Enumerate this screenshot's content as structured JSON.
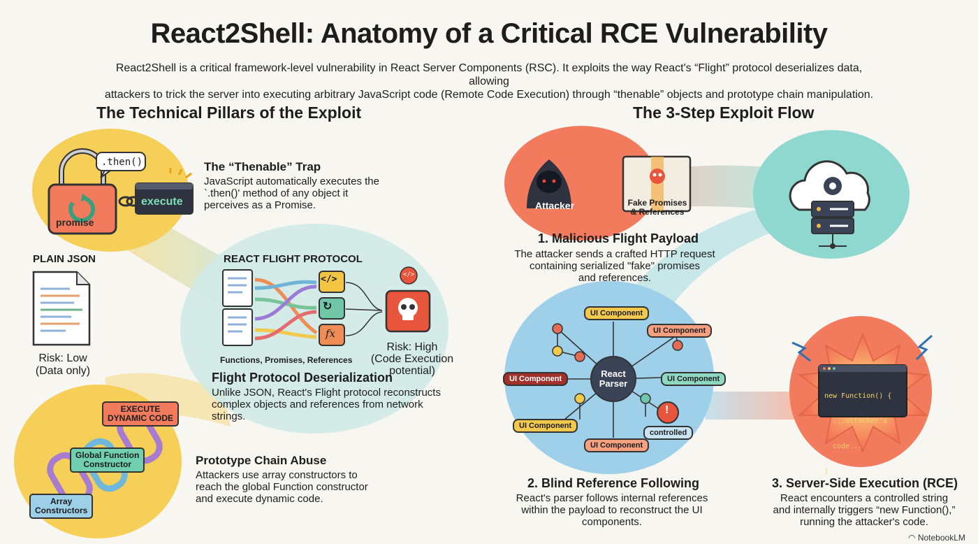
{
  "title": "React2Shell: Anatomy of a Critical RCE Vulnerability",
  "intro": [
    "React2Shell is a critical framework-level vulnerability in React Server Components (RSC). It exploits the way React's “Flight” protocol deserializes data, allowing",
    "attackers to trick the server into executing arbitrary JavaScript code (Remote Code Execution) through “thenable” objects and prototype chain manipulation."
  ],
  "left": {
    "heading": "The Technical Pillars of the Exploit",
    "thenable": {
      "title": "The “Thenable” Trap",
      "lines": [
        "JavaScript automatically executes the",
        "`.then()' method of any object it",
        "perceives as a Promise."
      ],
      "bubble": ".then()",
      "lock_label": "promise",
      "execute_label": "execute"
    },
    "json": {
      "title": "PLAIN JSON",
      "risk": [
        "Risk: Low",
        "(Data only)"
      ]
    },
    "flight": {
      "diagram_title": "REACT FLIGHT PROTOCOL",
      "diagram_caption": "Functions, Promises, References",
      "risk": [
        "Risk: High",
        "(Code Execution",
        "potential)"
      ],
      "title": "Flight Protocol Deserialization",
      "lines": [
        "Unlike JSON, React's Flight protocol reconstructs",
        "complex objects and references from network",
        "strings."
      ]
    },
    "prototype": {
      "chain_labels": [
        [
          "EXECUTE",
          "DYNAMIC CODE"
        ],
        [
          "Global Function",
          "Constructor"
        ],
        [
          "Array",
          "Constructors"
        ]
      ],
      "title": "Prototype Chain Abuse",
      "lines": [
        "Attackers use array constructors to",
        "reach the global Function constructor",
        "and execute dynamic code."
      ]
    }
  },
  "right": {
    "heading": "The 3-Step Exploit Flow",
    "step1": {
      "attacker_label": "Attacker",
      "package_label": [
        "Fake Promises",
        "& References"
      ],
      "title": "1. Malicious Flight Payload",
      "lines": [
        "The attacker sends a crafted HTTP request",
        "containing serialized \"fake\" promises",
        "and references."
      ]
    },
    "step2": {
      "parser_label": [
        "React",
        "Parser"
      ],
      "components": [
        "UI Component",
        "UI Component",
        "UI Component",
        "UI Component",
        "UI Component",
        "UI Component"
      ],
      "controlled_label": "controlled",
      "title": "2. Blind Reference Following",
      "lines": [
        "React's parser follows internal references",
        "within the payload to reconstruct the UI",
        "components."
      ]
    },
    "step3": {
      "code_lines": [
        "new Function() {",
        "  ...attacker's",
        "  code...",
        "}"
      ],
      "title": "3. Server-Side Execution (RCE)",
      "lines": [
        "React encounters a controlled string",
        "and internally triggers “new Function(),”",
        "running the attacker's code."
      ]
    }
  },
  "footer": {
    "brand": "NotebookLM"
  },
  "colors": {
    "red": "#f07a5d",
    "teal": "#8ad6cf",
    "blue": "#9dd0ea",
    "yellow": "#f7cd55",
    "dark": "#2f3340"
  }
}
